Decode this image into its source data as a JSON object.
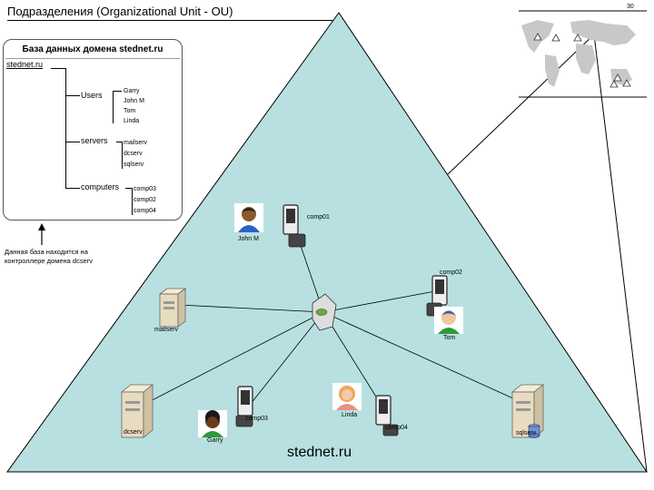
{
  "slide": {
    "title": "Подразделения (Organizational Unit - OU)",
    "number": "30"
  },
  "colors": {
    "pyramid_fill": "#b8e0e0",
    "line": "#000000",
    "server_body": "#e8dcc0",
    "workstation_dark": "#333333",
    "hub_green": "#6aaa3a"
  },
  "database": {
    "title": "База данных домена stednet.ru",
    "root": "stednet.ru",
    "ous": [
      {
        "name": "Users",
        "items": [
          "Garry",
          "John M",
          "Tom",
          "Linda"
        ]
      },
      {
        "name": "servers",
        "items": [
          "mailserv",
          "dcserv",
          "sqlserv"
        ]
      },
      {
        "name": "computers",
        "items": [
          "comp03",
          "comp02",
          "comp04"
        ]
      }
    ],
    "note_line1": "Данная база находится на",
    "note_line2": "контроллере домена dcserv"
  },
  "network": {
    "domain": "stednet.ru",
    "users": {
      "john": "John M",
      "tom": "Tom",
      "linda": "Linda",
      "garry": "Garry"
    },
    "computers": {
      "comp01": "comp01",
      "comp02": "comp02",
      "comp03": "comp03",
      "comp04": "comp04"
    },
    "servers": {
      "mailserv": "mailserv",
      "dcserv": "dcserv",
      "sqlserv": "sqlserv"
    }
  },
  "map": {
    "icon": "world-map-icon"
  }
}
